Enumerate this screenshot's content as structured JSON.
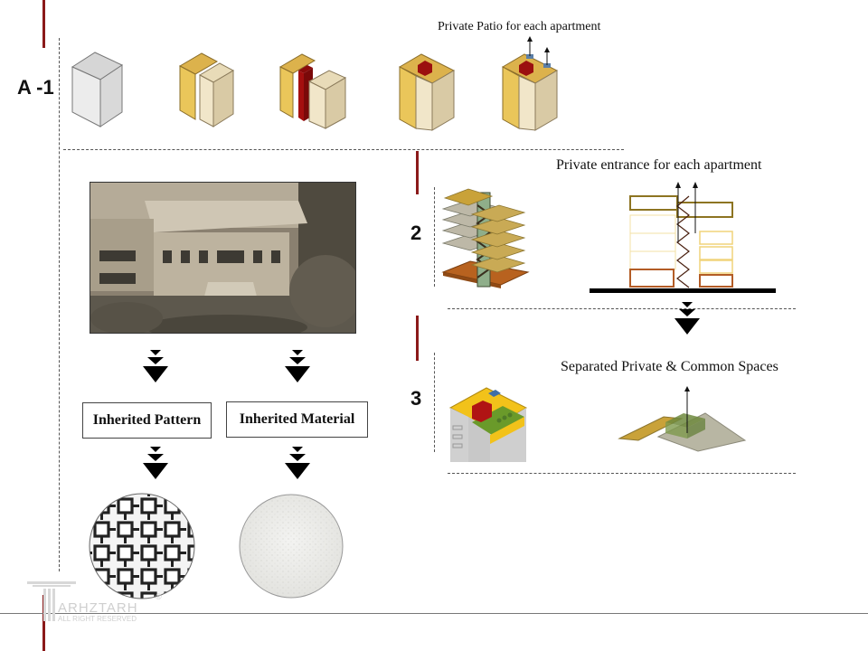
{
  "sections": {
    "a1": {
      "label": "A -1",
      "caption": "Private Patio for each apartment",
      "massing_steps": [
        "plain-volume",
        "split-volume",
        "volume-with-core",
        "volume-with-patio",
        "volume-with-patio-arrows"
      ]
    },
    "s2": {
      "label": "2",
      "caption": "Private entrance for each apartment"
    },
    "s3": {
      "label": "3",
      "caption": "Separated Private & Common Spaces"
    },
    "heritage": {
      "photo_alt": "Historic villa aerial photo (sepia)",
      "box_left": "Inherited Pattern",
      "box_right": "Inherited Material",
      "swatch_left": "lattice-pattern",
      "swatch_right": "plaster-texture"
    }
  },
  "watermark": {
    "brand": "ARHZTARH",
    "tagline": "ALL RIGHT RESERVED",
    "registered": "®"
  },
  "colors": {
    "accent_red": "#8b1a1a",
    "gold": "#e8c25a",
    "cream": "#efe3c4",
    "core_red": "#9b0f0f"
  }
}
